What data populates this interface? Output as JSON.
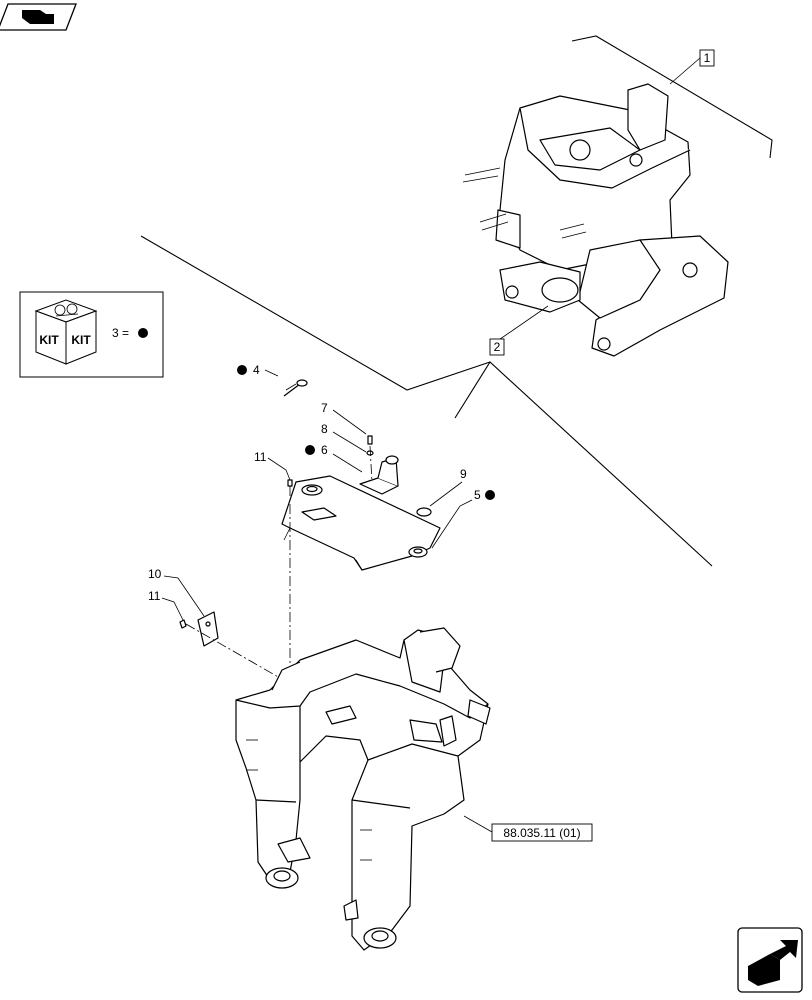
{
  "callouts": {
    "c1": "1",
    "c2": "2",
    "c3_eq": "3 =",
    "c4": "4",
    "c5": "5",
    "c6": "6",
    "c7": "7",
    "c8": "8",
    "c9": "9",
    "c10": "10",
    "c11a": "11",
    "c11b": "11"
  },
  "kit": {
    "text_left": "KIT",
    "text_right": "KIT"
  },
  "reference": {
    "label": "88.035.11 (01)"
  },
  "icons": {
    "top_left": "book-view-icon",
    "bottom_right": "next-page-arrow-icon",
    "kit": "kit-box-icon",
    "kit_marker": "black-dot-icon"
  }
}
